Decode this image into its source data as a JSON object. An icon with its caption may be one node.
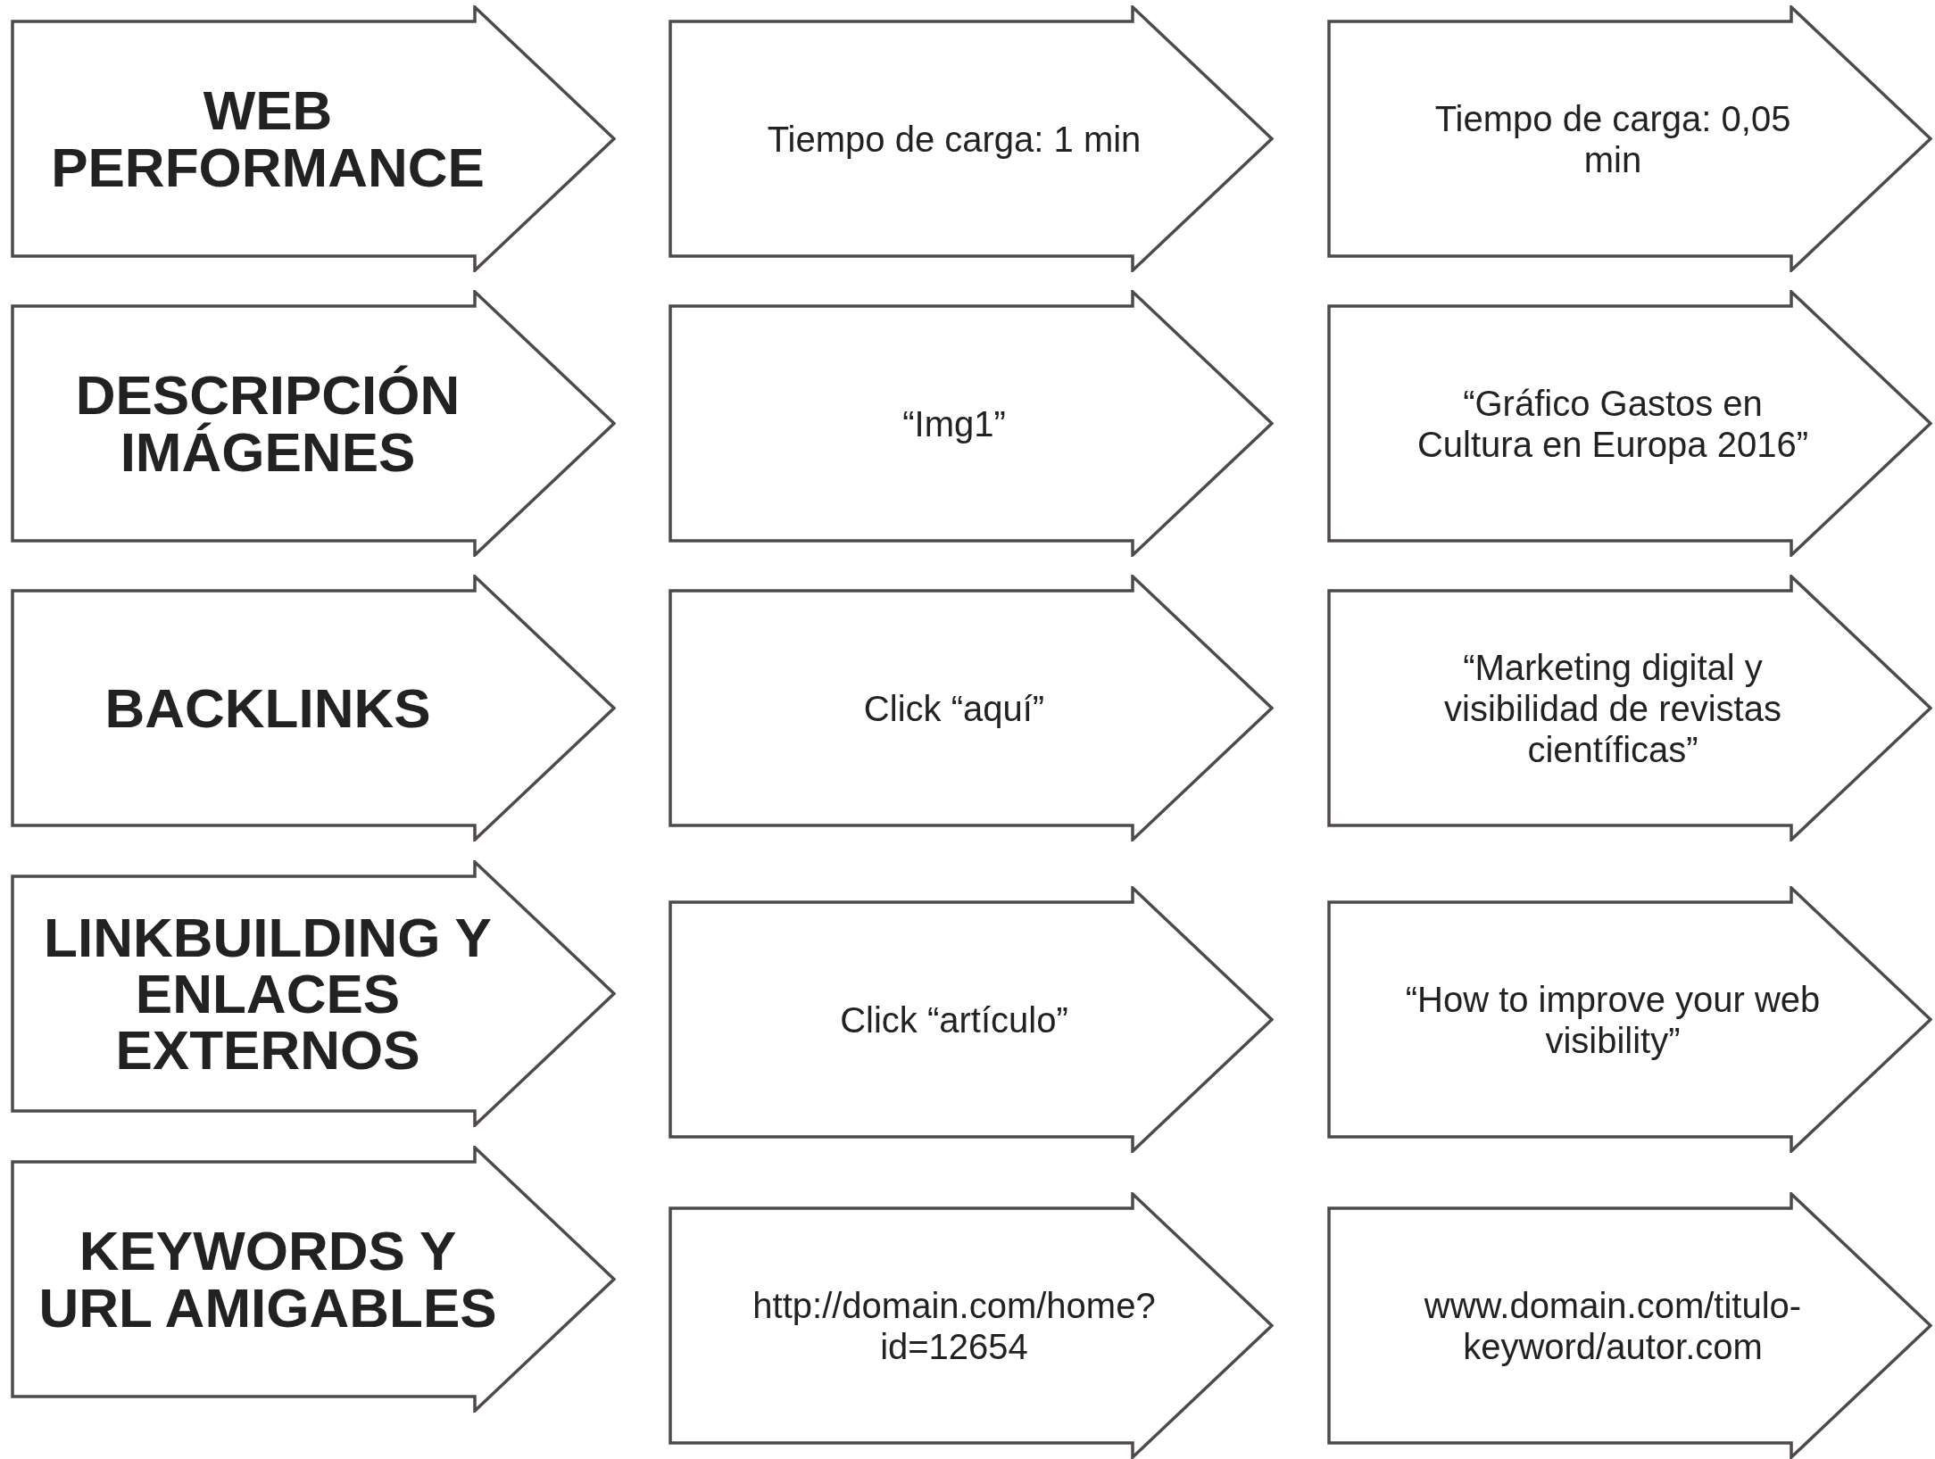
{
  "diagram": {
    "nodes": [
      {
        "text": [
          "WEB PERFORMANCE"
        ]
      },
      {
        "text": [
          "Tiempo de carga: 1 min"
        ]
      },
      {
        "text": [
          "Tiempo de carga: 0,05 min"
        ]
      },
      {
        "text": [
          "DESCRIPCIÓN IMÁGENES"
        ]
      },
      {
        "text": [
          "“Img1”"
        ]
      },
      {
        "text": [
          "“Gráfico Gastos en Cultura en Europa 2016”"
        ]
      },
      {
        "text": [
          "BACKLINKS"
        ]
      },
      {
        "text": [
          "Click “aquí”"
        ]
      },
      {
        "text": [
          "“Marketing digital y visibilidad de revistas científicas”"
        ]
      },
      {
        "text": [
          "LINKBUILDING Y ENLACES EXTERNOS"
        ]
      },
      {
        "text": [
          "Click “artículo”"
        ]
      },
      {
        "text": [
          "“How to improve your web visibility”"
        ]
      },
      {
        "text": [
          "KEYWORDS Y URL AMIGABLES"
        ]
      },
      {
        "text": [
          "http://domain.com/home?id=12654"
        ]
      },
      {
        "text": [
          "www.domain.com/titulo-keyword/autor.com"
        ]
      }
    ]
  }
}
